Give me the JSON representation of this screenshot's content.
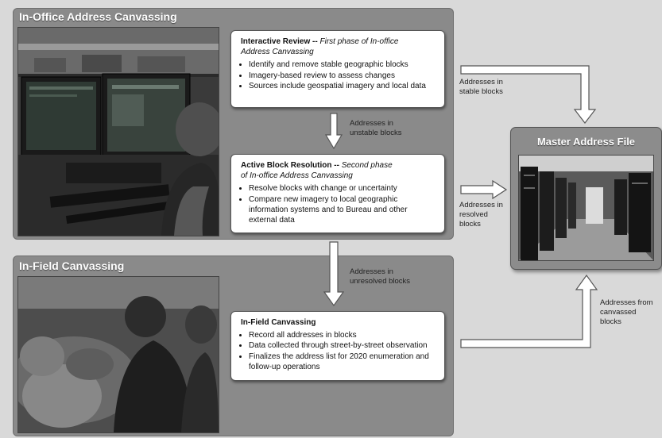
{
  "in_office_panel": {
    "title": "In-Office Address Canvassing"
  },
  "in_field_panel": {
    "title": "In-Field Canvassing"
  },
  "interactive_review": {
    "title": "Interactive Review --",
    "subtitle_a": "First phase of In-office",
    "subtitle_b": "Address Canvassing",
    "bullets": [
      "Identify and remove stable geographic blocks",
      "Imagery-based review to assess changes",
      "Sources include geospatial imagery and local data"
    ]
  },
  "active_block_resolution": {
    "title": "Active Block Resolution --",
    "subtitle_a": "Second phase",
    "subtitle_b": "of In-office Address Canvassing",
    "bullets": [
      "Resolve blocks with change or uncertainty",
      "Compare new imagery to local geographic information systems and to Bureau and other external data"
    ]
  },
  "in_field_canvassing_box": {
    "title": "In-Field Canvassing",
    "bullets": [
      "Record all addresses in blocks",
      "Data collected through street-by-street observation",
      "Finalizes the address list for 2020 enumeration and follow-up operations"
    ]
  },
  "master_address_file": {
    "title": "Master Address File"
  },
  "flow_labels": {
    "unstable": "Addresses in unstable blocks",
    "unresolved": "Addresses in unresolved blocks",
    "stable": "Addresses in stable blocks",
    "resolved": "Addresses in resolved blocks",
    "canvassed": "Addresses from canvassed blocks"
  },
  "colors": {
    "panel": "#8a8a8a",
    "box": "#ffffff",
    "arrow_fill": "#ffffff",
    "arrow_stroke": "#555555"
  }
}
